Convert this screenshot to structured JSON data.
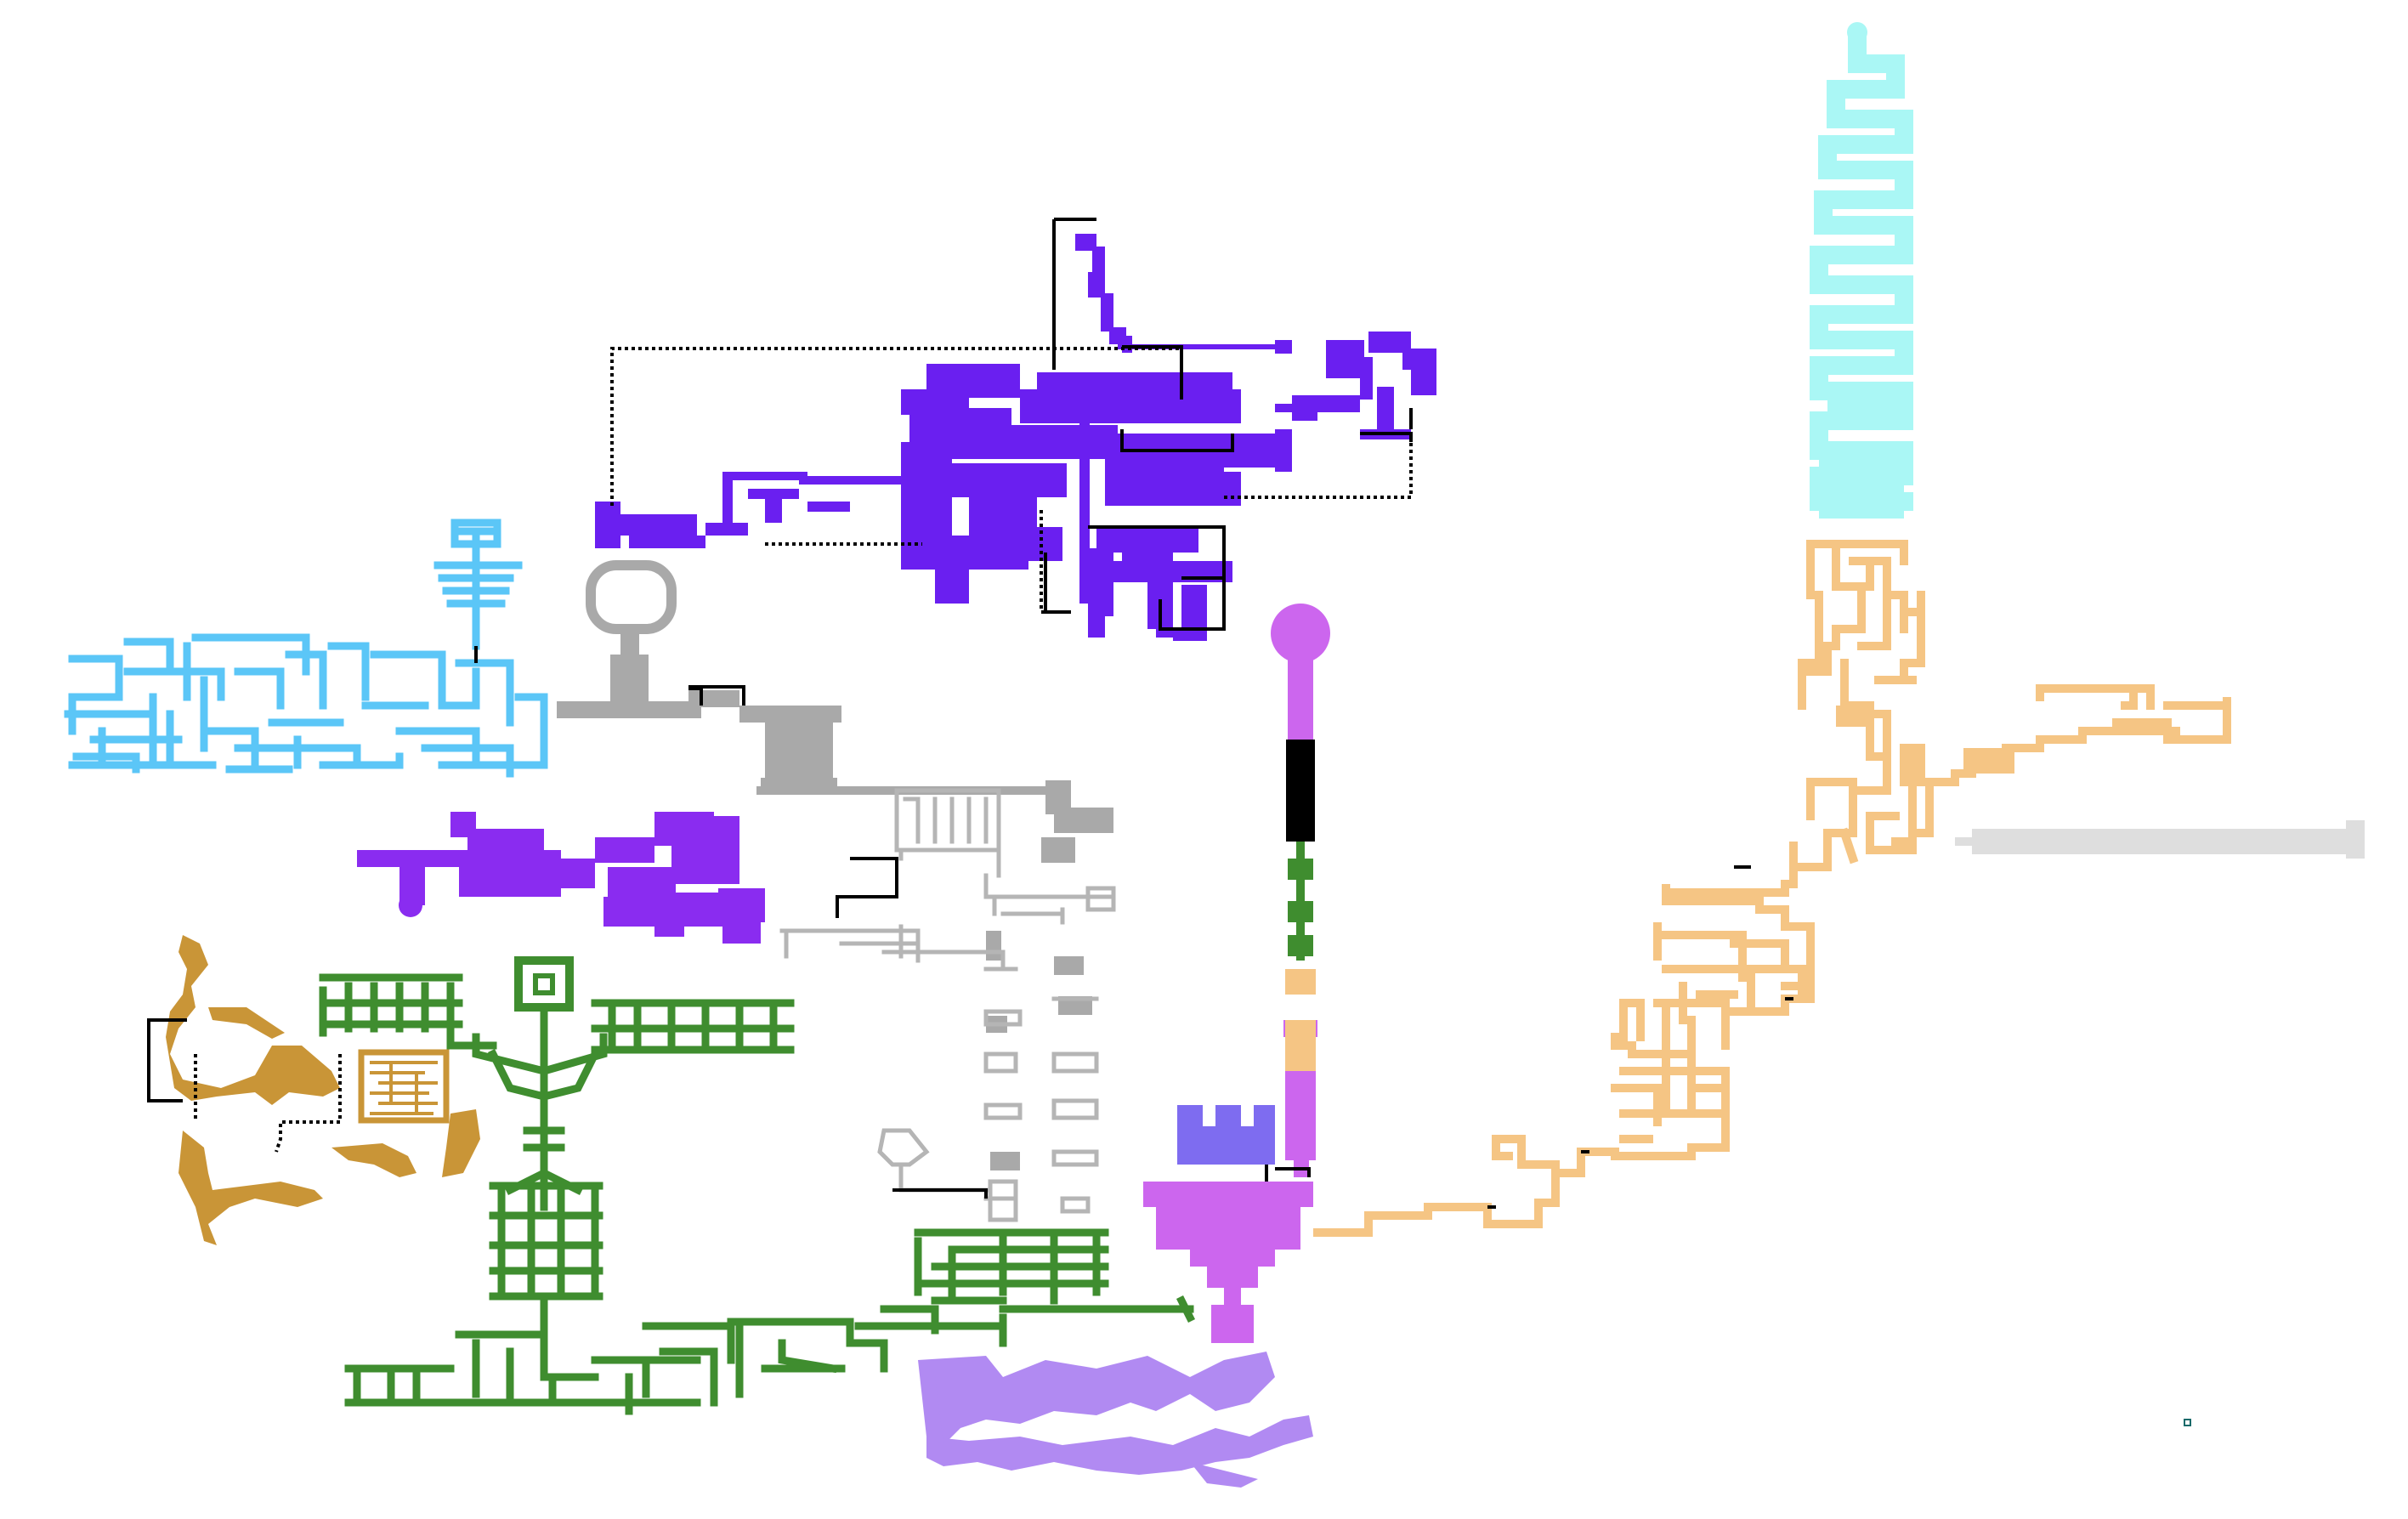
{
  "map": {
    "background": "#ffffff",
    "connector_color": "#000000",
    "regions": [
      {
        "id": "violet-complex",
        "color": "#6a1ff0"
      },
      {
        "id": "cyan-spire",
        "color": "#aaf7f5"
      },
      {
        "id": "sky-blue-network",
        "color": "#5bc6f7"
      },
      {
        "id": "grey-hub",
        "color": "#a9a9a9"
      },
      {
        "id": "grey-outline-rooms",
        "color": "#b5b5b5"
      },
      {
        "id": "purple-cavern",
        "color": "#8a2cf0"
      },
      {
        "id": "green-tree",
        "color": "#3f8d2f"
      },
      {
        "id": "gold-caves",
        "color": "#c99537"
      },
      {
        "id": "magenta-tower",
        "color": "#cc66ee"
      },
      {
        "id": "periwinkle-castle",
        "color": "#7e6cf0"
      },
      {
        "id": "lavender-caverns",
        "color": "#b18af2"
      },
      {
        "id": "peach-path",
        "color": "#f5c584"
      },
      {
        "id": "light-grey-corridor",
        "color": "#dedede"
      }
    ]
  }
}
